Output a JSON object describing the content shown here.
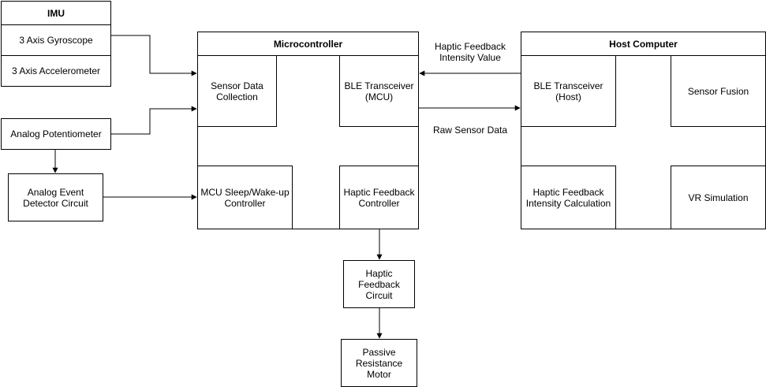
{
  "imu": {
    "title": "IMU",
    "gyroscope": "3 Axis Gyroscope",
    "accelerometer": "3 Axis Accelerometer"
  },
  "analog_potentiometer": "Analog Potentiometer",
  "analog_event_detector": "Analog Event\nDetector Circuit",
  "microcontroller": {
    "title": "Microcontroller",
    "sensor_data_collection": "Sensor Data\nCollection",
    "ble_transceiver": "BLE Transceiver\n(MCU)",
    "sleep_wake_controller": "MCU Sleep/Wake-up\nController",
    "haptic_feedback_controller": "Haptic Feedback\nController"
  },
  "haptic_feedback_circuit": "Haptic\nFeedback\nCircuit",
  "passive_resistance_motor": "Passive\nResistance\nMotor",
  "host_computer": {
    "title": "Host Computer",
    "ble_transceiver": "BLE Transceiver\n(Host)",
    "sensor_fusion": "Sensor Fusion",
    "haptic_intensity_calculation": "Haptic Feedback\nIntensity Calculation",
    "vr_simulation": "VR Simulation"
  },
  "edge_labels": {
    "haptic_intensity_value": "Haptic Feedback\nIntensity Value",
    "raw_sensor_data": "Raw Sensor Data"
  }
}
